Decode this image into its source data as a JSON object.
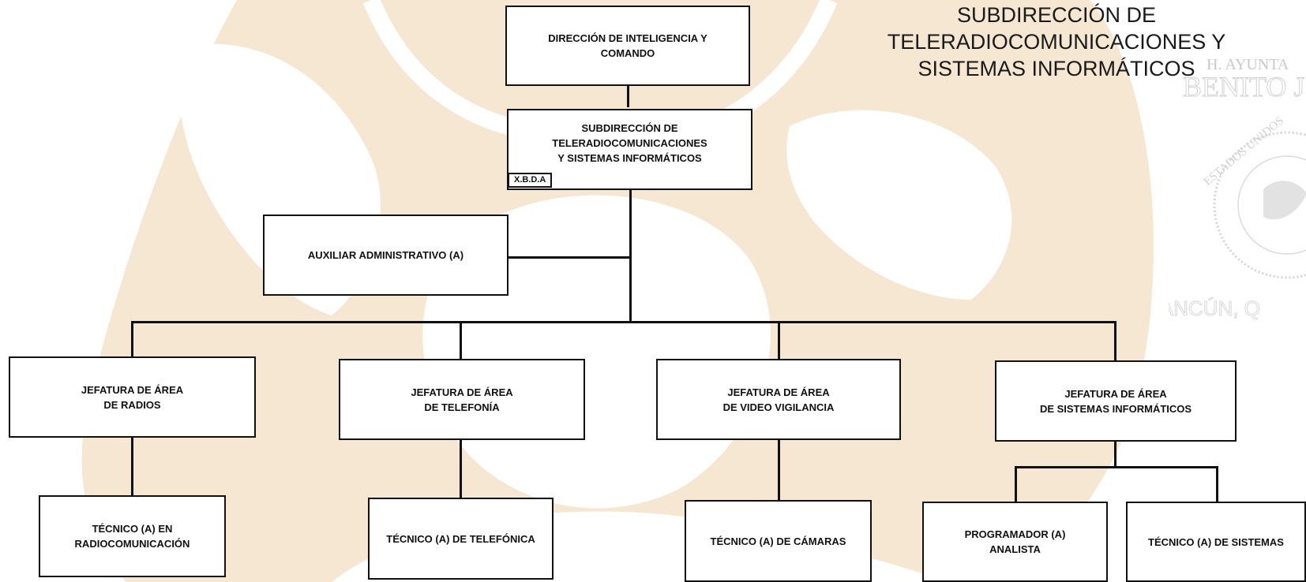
{
  "title": "SUBDIRECCIÓN DE TELERADIOCOMUNICACIONES Y\nSISTEMAS INFORMÁTICOS",
  "nodes": {
    "direccion": "DIRECCIÓN DE INTELIGENCIA Y\nCOMANDO",
    "subdireccion": "SUBDIRECCIÓN DE\nTELERADIOCOMUNICACIONES\nY SISTEMAS INFORMÁTICOS",
    "subdireccion_tag": "X.B.D.A",
    "auxiliar": "AUXILIAR ADMINISTRATIVO (A)",
    "jef_radios": "JEFATURA DE ÁREA\nDE RADIOS",
    "jef_telefonia": "JEFATURA DE ÁREA\nDE TELEFONÍA",
    "jef_video": "JEFATURA DE ÁREA\nDE VIDEO VIGILANCIA",
    "jef_sistemas": "JEFATURA DE ÁREA\nDE SISTEMAS INFORMÁTICOS",
    "tec_radio": "TÉCNICO (A) EN\nRADIOCOMUNICACIÓN",
    "tec_telefonica": "TÉCNICO (A) DE TELEFÓNICA",
    "tec_camaras": "TÉCNICO (A) DE CÁMARAS",
    "programador": "PROGRAMADOR (A)\nANALISTA",
    "tec_sistemas": "TÉCNICO (A) DE SISTEMAS"
  },
  "seal": {
    "lines": [
      "H. AYUNTA",
      "BENITO J",
      "ESTADOS UNIDOS",
      "CANCÚN, Q"
    ]
  },
  "colors": {
    "watermark": "#f4e6cf",
    "line": "#111111"
  }
}
